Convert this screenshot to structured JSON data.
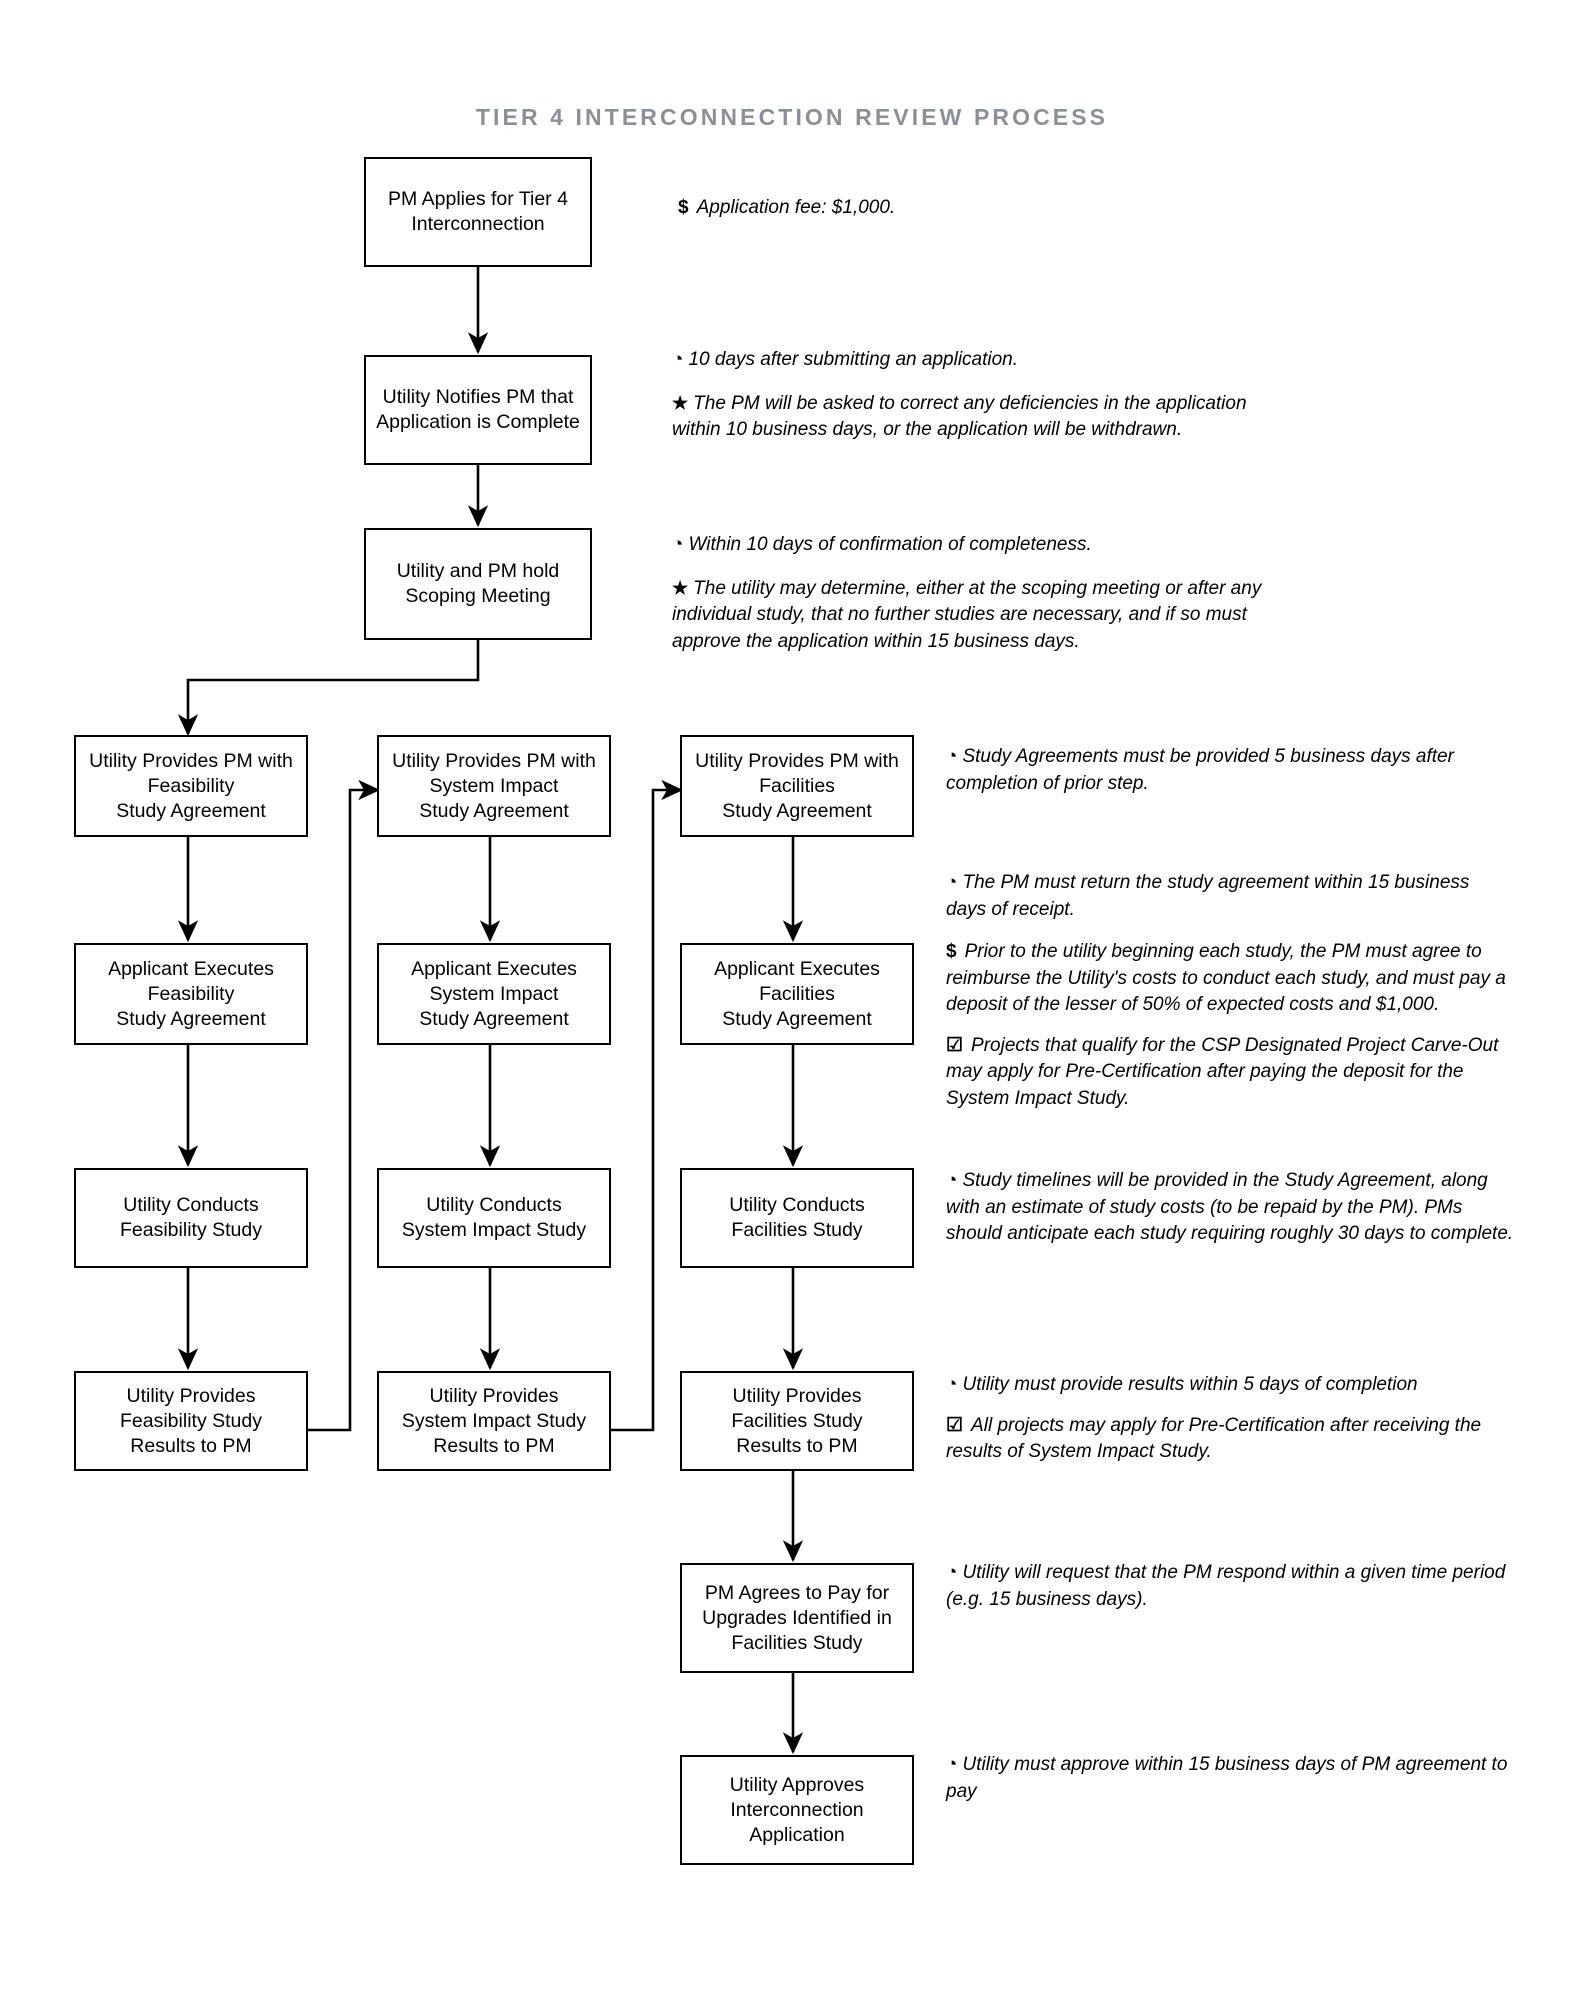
{
  "title": "TIER 4 INTERCONNECTION REVIEW PROCESS",
  "title_color": "#8b8f99",
  "icons": {
    "clock": "◔",
    "star": "★",
    "money": "$",
    "check": "☑"
  },
  "nodes": {
    "apply": "PM Applies for Tier 4\nInterconnection",
    "notify": "Utility Notifies PM that\nApplication is Complete",
    "scoping": "Utility and PM hold\nScoping Meeting",
    "feas_agreement": "Utility Provides PM with\nFeasibility\nStudy Agreement",
    "sis_agreement": "Utility Provides PM with\nSystem Impact\nStudy Agreement",
    "fac_agreement": "Utility Provides PM with\nFacilities\nStudy Agreement",
    "feas_execute": "Applicant Executes\nFeasibility\nStudy Agreement",
    "sis_execute": "Applicant Executes\nSystem Impact\nStudy Agreement",
    "fac_execute": "Applicant Executes\nFacilities\nStudy Agreement",
    "feas_conduct": "Utility Conducts\nFeasibility Study",
    "sis_conduct": "Utility Conducts\nSystem Impact Study",
    "fac_conduct": "Utility Conducts\nFacilities Study",
    "feas_results": "Utility Provides\nFeasibility Study\nResults to PM",
    "sis_results": "Utility Provides\nSystem Impact Study\nResults to PM",
    "fac_results": "Utility Provides\nFacilities Study\nResults to PM",
    "pay_upgrades": "PM Agrees to Pay for\nUpgrades Identified in\nFacilities Study",
    "approve": "Utility Approves\nInterconnection\nApplication"
  },
  "annotations": {
    "apply_fee": "Application fee: $1,000.",
    "notify_time": "10 days after submitting an application.",
    "notify_note": "The PM will be asked to correct any deficiencies in the application within 10 business days, or the application will be withdrawn.",
    "scoping_time": "Within 10 days of confirmation of completeness.",
    "scoping_note": "The utility may determine, either at the scoping meeting or after any individual study, that no further studies are necessary, and if so must approve the application within 15 business days.",
    "agreement_time": "Study Agreements must be provided 5 business days after completion of prior step.",
    "execute_time": "The PM must return the study agreement within 15 business days of receipt.",
    "execute_money": "Prior to the utility beginning each study, the PM must agree to reimburse the Utility's costs to conduct each study, and must pay a deposit of the lesser of 50% of expected costs and $1,000.",
    "execute_check": "Projects that qualify for the CSP Designated Project Carve-Out may apply for Pre-Certification after paying the deposit for the System Impact Study.",
    "conduct_time": "Study timelines will be provided in the Study Agreement, along with an estimate of study costs (to be repaid by the PM). PMs should anticipate each study requiring roughly 30 days to complete.",
    "results_time": "Utility must provide results within 5 days of completion",
    "results_check": "All projects may apply for Pre-Certification after receiving the results of System Impact Study.",
    "pay_time": "Utility will request that the PM respond within a given time period (e.g. 15 business days).",
    "approve_time": "Utility must approve within 15 business days of PM agreement to pay"
  }
}
